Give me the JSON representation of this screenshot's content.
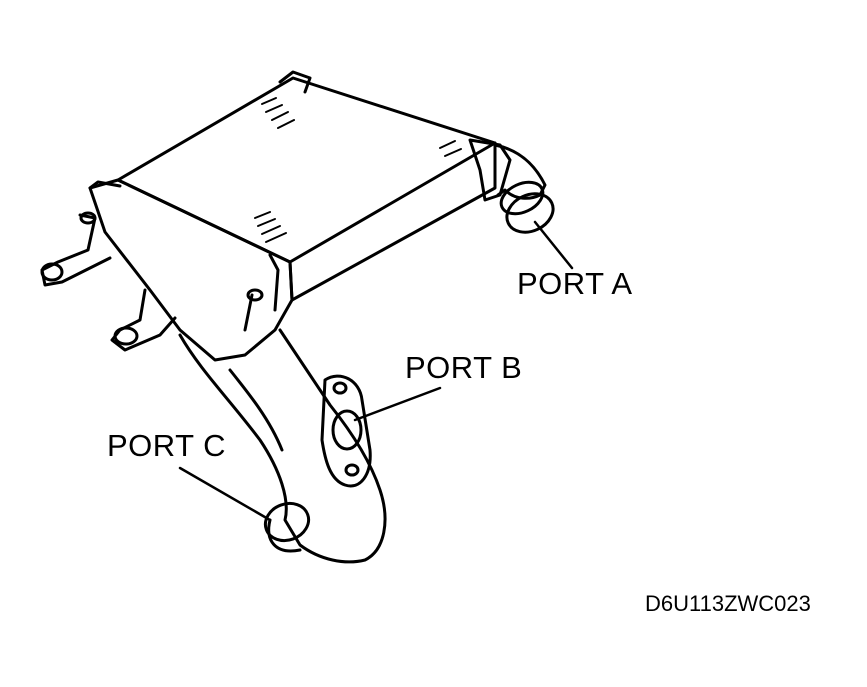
{
  "labels": {
    "port_a": "PORT A",
    "port_b": "PORT B",
    "port_c": "PORT C"
  },
  "figure_code": "D6U113ZWC023",
  "colors": {
    "ink": "#000000",
    "paper": "#ffffff"
  }
}
